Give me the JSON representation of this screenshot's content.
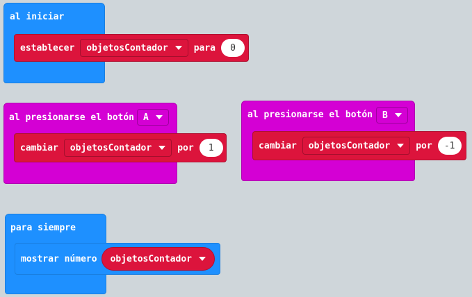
{
  "blocks": {
    "on_start": {
      "title": "al iniciar",
      "set": {
        "label": "establecer",
        "variable": "objetosContador",
        "to_label": "para",
        "value": "0"
      }
    },
    "button_a": {
      "title": "al presionarse el botón",
      "button": "A",
      "change": {
        "label": "cambiar",
        "variable": "objetosContador",
        "by_label": "por",
        "value": "1"
      }
    },
    "button_b": {
      "title": "al presionarse el botón",
      "button": "B",
      "change": {
        "label": "cambiar",
        "variable": "objetosContador",
        "by_label": "por",
        "value": "-1"
      }
    },
    "forever": {
      "title": "para siempre",
      "show": {
        "label": "mostrar número",
        "variable": "objetosContador"
      }
    }
  },
  "colors": {
    "workspace": "#ecf0f1",
    "basic": "#1e90ff",
    "input": "#d400d4",
    "variables": "#dc143c"
  }
}
